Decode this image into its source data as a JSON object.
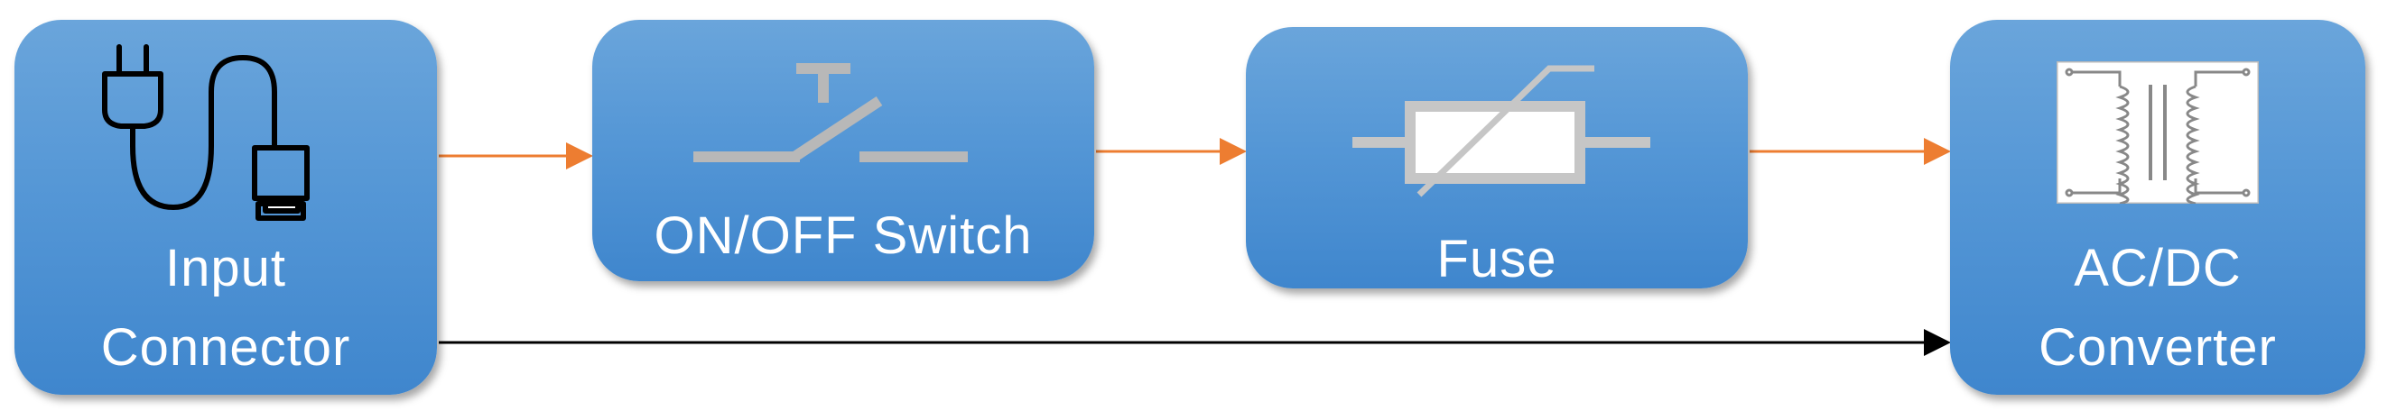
{
  "blocks": {
    "input": {
      "line1": "Input",
      "line2": "Connector",
      "icon": "plug-cable-icon"
    },
    "switch": {
      "label": "ON/OFF Switch",
      "icon": "switch-symbol-icon"
    },
    "fuse": {
      "label": "Fuse",
      "icon": "fuse-symbol-icon"
    },
    "converter": {
      "line1": "AC/DC",
      "line2": "Converter",
      "icon": "transformer-symbol-icon"
    }
  },
  "connections": [
    {
      "from": "Input Connector",
      "to": "ON/OFF Switch",
      "color": "#ed7d31"
    },
    {
      "from": "ON/OFF Switch",
      "to": "Fuse",
      "color": "#ed7d31"
    },
    {
      "from": "Fuse",
      "to": "AC/DC Converter",
      "color": "#ed7d31"
    },
    {
      "from": "Input Connector",
      "to": "AC/DC Converter",
      "color": "#000000"
    }
  ],
  "colors": {
    "block": "#5597d6",
    "text": "#ffffff",
    "live_wire": "#ed7d31",
    "neutral_wire": "#000000"
  }
}
